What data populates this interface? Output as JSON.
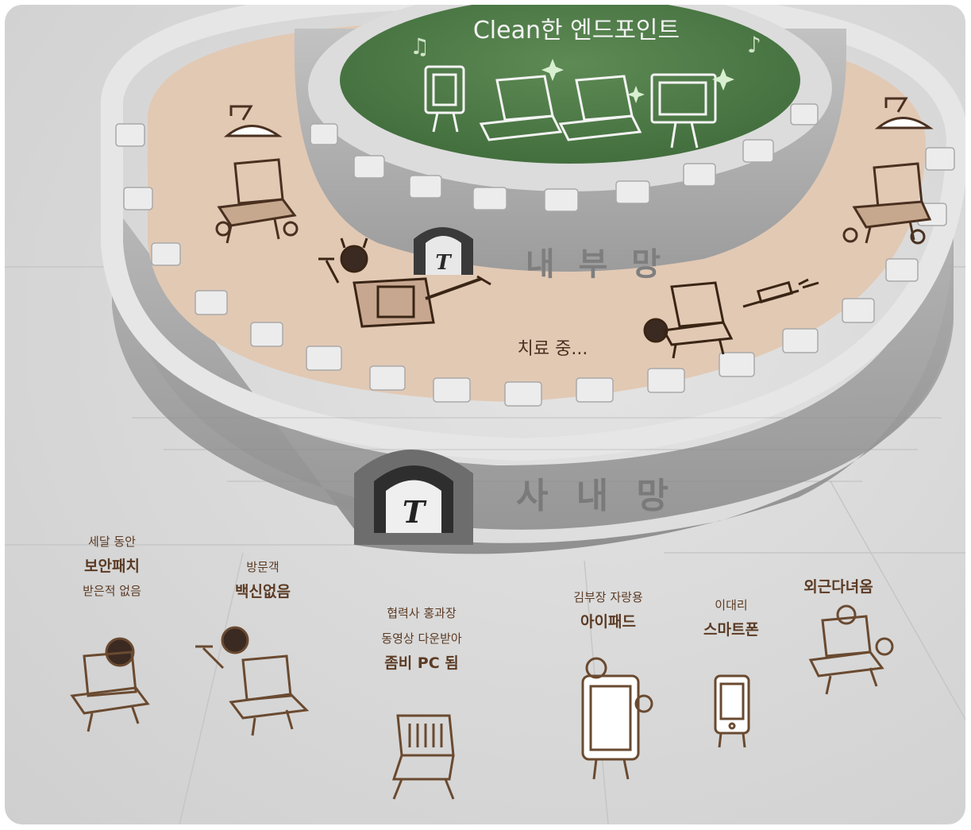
{
  "illustration": {
    "green_zone_title": "Clean한 엔드포인트",
    "inner_wall_label": "내 부 망",
    "outer_wall_label": "사 내 망",
    "gate_letter": "T",
    "treatment_caption": "치료 중...",
    "outside_devices": [
      {
        "lines": [
          "세달 동안",
          "보안패치",
          "받은적 없음"
        ]
      },
      {
        "lines": [
          "방문객",
          "백신없음"
        ]
      },
      {
        "lines": [
          "협력사 홍과장",
          "동영상 다운받아",
          "좀비 PC 됨"
        ]
      },
      {
        "lines": [
          "김부장 자랑용",
          "아이패드"
        ]
      },
      {
        "lines": [
          "이대리",
          "스마트폰"
        ]
      },
      {
        "lines": [
          "외근다녀옴"
        ]
      }
    ],
    "colors": {
      "green_zone": "#4e7a48",
      "wall": "#bdbdbd",
      "ring_floor": "#e2c9b4",
      "sketch_brown": "#6a4a30"
    }
  }
}
